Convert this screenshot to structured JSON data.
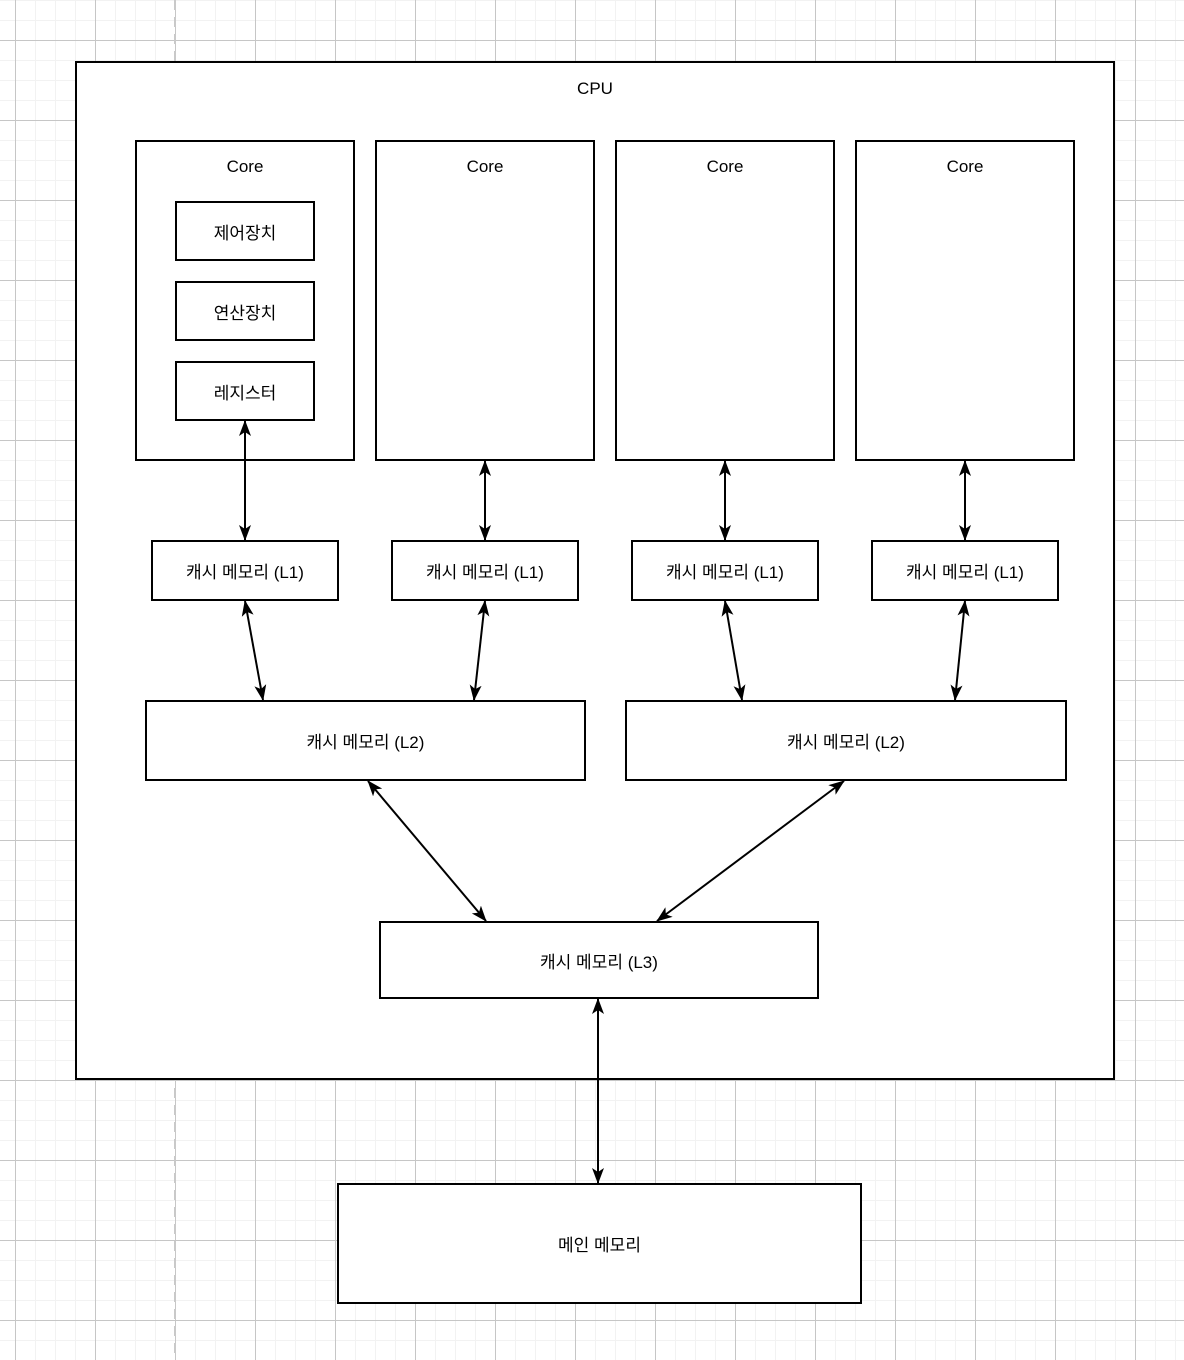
{
  "diagram": {
    "cpu": {
      "label": "CPU"
    },
    "cores": [
      {
        "label": "Core",
        "units": [
          {
            "label": "제어장치"
          },
          {
            "label": "연산장치"
          },
          {
            "label": "레지스터"
          }
        ]
      },
      {
        "label": "Core"
      },
      {
        "label": "Core"
      },
      {
        "label": "Core"
      }
    ],
    "l1_caches": [
      {
        "label": "캐시 메모리 (L1)"
      },
      {
        "label": "캐시 메모리 (L1)"
      },
      {
        "label": "캐시 메모리 (L1)"
      },
      {
        "label": "캐시 메모리 (L1)"
      }
    ],
    "l2_caches": [
      {
        "label": "캐시 메모리 (L2)"
      },
      {
        "label": "캐시 메모리 (L2)"
      }
    ],
    "l3_cache": {
      "label": "캐시 메모리 (L3)"
    },
    "main_memory": {
      "label": "메인 메모리"
    }
  },
  "colors": {
    "stroke": "#000000",
    "box_fill": "#ffffff",
    "grid_minor": "#f2f2f2",
    "grid_major": "#c6c6c6",
    "page_guide": "#c9c9c9"
  }
}
